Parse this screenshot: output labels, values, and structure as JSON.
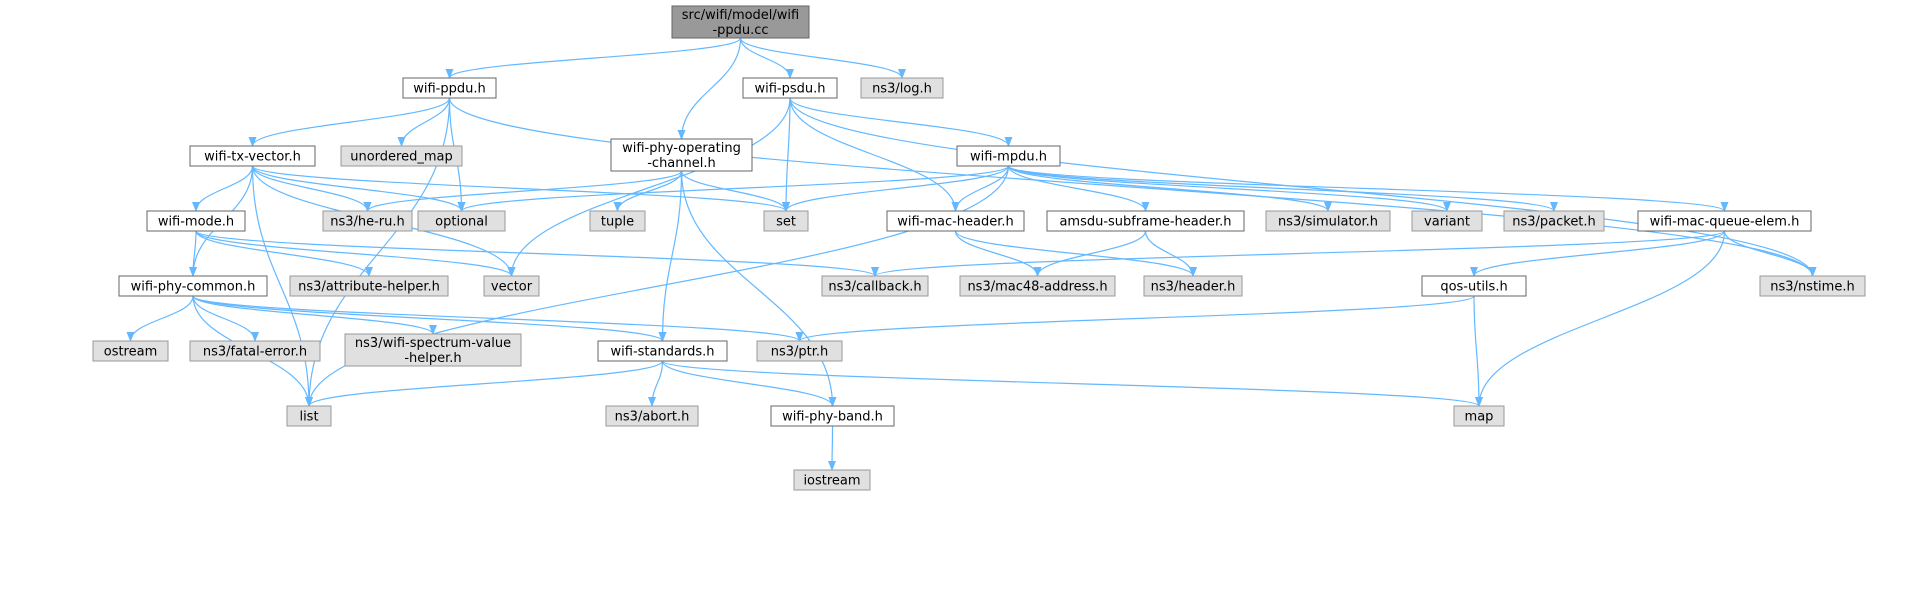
{
  "colors": {
    "root_fill": "#999999",
    "root_stroke": "#666666",
    "header_fill": "#ffffff",
    "header_stroke": "#666666",
    "external_fill": "#e0e0e0",
    "external_stroke": "#999999",
    "edge": "#63b8ff"
  },
  "nodes": [
    {
      "id": "root",
      "lines": [
        "src/wifi/model/wifi",
        "-ppdu.cc"
      ],
      "kind": "root"
    },
    {
      "id": "wifi_ppdu_h",
      "lines": [
        "wifi-ppdu.h"
      ],
      "kind": "header"
    },
    {
      "id": "wifi_psdu_h",
      "lines": [
        "wifi-psdu.h"
      ],
      "kind": "header"
    },
    {
      "id": "ns3_log_h",
      "lines": [
        "ns3/log.h"
      ],
      "kind": "external"
    },
    {
      "id": "wifi_tx_vector_h",
      "lines": [
        "wifi-tx-vector.h"
      ],
      "kind": "header"
    },
    {
      "id": "unordered_map",
      "lines": [
        "unordered_map"
      ],
      "kind": "external"
    },
    {
      "id": "wifi_phy_operating_channel_h",
      "lines": [
        "wifi-phy-operating",
        "-channel.h"
      ],
      "kind": "header"
    },
    {
      "id": "wifi_mpdu_h",
      "lines": [
        "wifi-mpdu.h"
      ],
      "kind": "header"
    },
    {
      "id": "wifi_mode_h",
      "lines": [
        "wifi-mode.h"
      ],
      "kind": "header"
    },
    {
      "id": "ns3_he_ru_h",
      "lines": [
        "ns3/he-ru.h"
      ],
      "kind": "external"
    },
    {
      "id": "optional",
      "lines": [
        "optional"
      ],
      "kind": "external"
    },
    {
      "id": "tuple",
      "lines": [
        "tuple"
      ],
      "kind": "external"
    },
    {
      "id": "set",
      "lines": [
        "set"
      ],
      "kind": "external"
    },
    {
      "id": "wifi_mac_header_h",
      "lines": [
        "wifi-mac-header.h"
      ],
      "kind": "header"
    },
    {
      "id": "amsdu_subframe_header_h",
      "lines": [
        "amsdu-subframe-header.h"
      ],
      "kind": "header"
    },
    {
      "id": "ns3_simulator_h",
      "lines": [
        "ns3/simulator.h"
      ],
      "kind": "external"
    },
    {
      "id": "variant",
      "lines": [
        "variant"
      ],
      "kind": "external"
    },
    {
      "id": "ns3_packet_h",
      "lines": [
        "ns3/packet.h"
      ],
      "kind": "external"
    },
    {
      "id": "wifi_mac_queue_elem_h",
      "lines": [
        "wifi-mac-queue-elem.h"
      ],
      "kind": "header"
    },
    {
      "id": "wifi_phy_common_h",
      "lines": [
        "wifi-phy-common.h"
      ],
      "kind": "header"
    },
    {
      "id": "ns3_attribute_helper_h",
      "lines": [
        "ns3/attribute-helper.h"
      ],
      "kind": "external"
    },
    {
      "id": "vector",
      "lines": [
        "vector"
      ],
      "kind": "external"
    },
    {
      "id": "ns3_callback_h",
      "lines": [
        "ns3/callback.h"
      ],
      "kind": "external"
    },
    {
      "id": "ns3_mac48_address_h",
      "lines": [
        "ns3/mac48-address.h"
      ],
      "kind": "external"
    },
    {
      "id": "ns3_header_h",
      "lines": [
        "ns3/header.h"
      ],
      "kind": "external"
    },
    {
      "id": "qos_utils_h",
      "lines": [
        "qos-utils.h"
      ],
      "kind": "header"
    },
    {
      "id": "ns3_nstime_h",
      "lines": [
        "ns3/nstime.h"
      ],
      "kind": "external"
    },
    {
      "id": "ostream",
      "lines": [
        "ostream"
      ],
      "kind": "external"
    },
    {
      "id": "ns3_fatal_error_h",
      "lines": [
        "ns3/fatal-error.h"
      ],
      "kind": "external"
    },
    {
      "id": "ns3_wifi_spectrum_value_helper_h",
      "lines": [
        "ns3/wifi-spectrum-value",
        "-helper.h"
      ],
      "kind": "external"
    },
    {
      "id": "wifi_standards_h",
      "lines": [
        "wifi-standards.h"
      ],
      "kind": "header"
    },
    {
      "id": "ns3_ptr_h",
      "lines": [
        "ns3/ptr.h"
      ],
      "kind": "external"
    },
    {
      "id": "list",
      "lines": [
        "list"
      ],
      "kind": "external"
    },
    {
      "id": "ns3_abort_h",
      "lines": [
        "ns3/abort.h"
      ],
      "kind": "external"
    },
    {
      "id": "wifi_phy_band_h",
      "lines": [
        "wifi-phy-band.h"
      ],
      "kind": "header"
    },
    {
      "id": "map",
      "lines": [
        "map"
      ],
      "kind": "external"
    },
    {
      "id": "iostream",
      "lines": [
        "iostream"
      ],
      "kind": "external"
    }
  ],
  "edges": [
    [
      "root",
      "wifi_ppdu_h"
    ],
    [
      "root",
      "wifi_psdu_h"
    ],
    [
      "root",
      "ns3_log_h"
    ],
    [
      "root",
      "wifi_phy_operating_channel_h"
    ],
    [
      "wifi_ppdu_h",
      "wifi_tx_vector_h"
    ],
    [
      "wifi_ppdu_h",
      "unordered_map"
    ],
    [
      "wifi_ppdu_h",
      "optional"
    ],
    [
      "wifi_ppdu_h",
      "list"
    ],
    [
      "wifi_ppdu_h",
      "ns3_nstime_h"
    ],
    [
      "wifi_psdu_h",
      "wifi_mpdu_h"
    ],
    [
      "wifi_psdu_h",
      "set"
    ],
    [
      "wifi_psdu_h",
      "vector"
    ],
    [
      "wifi_psdu_h",
      "wifi_mac_header_h"
    ],
    [
      "wifi_psdu_h",
      "ns3_nstime_h"
    ],
    [
      "wifi_tx_vector_h",
      "wifi_mode_h"
    ],
    [
      "wifi_tx_vector_h",
      "ns3_he_ru_h"
    ],
    [
      "wifi_tx_vector_h",
      "optional"
    ],
    [
      "wifi_tx_vector_h",
      "set"
    ],
    [
      "wifi_tx_vector_h",
      "vector"
    ],
    [
      "wifi_tx_vector_h",
      "wifi_phy_common_h"
    ],
    [
      "wifi_tx_vector_h",
      "list"
    ],
    [
      "wifi_phy_operating_channel_h",
      "ns3_he_ru_h"
    ],
    [
      "wifi_phy_operating_channel_h",
      "tuple"
    ],
    [
      "wifi_phy_operating_channel_h",
      "set"
    ],
    [
      "wifi_phy_operating_channel_h",
      "wifi_standards_h"
    ],
    [
      "wifi_phy_operating_channel_h",
      "wifi_phy_band_h"
    ],
    [
      "wifi_mpdu_h",
      "optional"
    ],
    [
      "wifi_mpdu_h",
      "set"
    ],
    [
      "wifi_mpdu_h",
      "wifi_mac_header_h"
    ],
    [
      "wifi_mpdu_h",
      "amsdu_subframe_header_h"
    ],
    [
      "wifi_mpdu_h",
      "ns3_simulator_h"
    ],
    [
      "wifi_mpdu_h",
      "variant"
    ],
    [
      "wifi_mpdu_h",
      "ns3_packet_h"
    ],
    [
      "wifi_mpdu_h",
      "wifi_mac_queue_elem_h"
    ],
    [
      "wifi_mpdu_h",
      "list"
    ],
    [
      "wifi_mode_h",
      "wifi_phy_common_h"
    ],
    [
      "wifi_mode_h",
      "ns3_attribute_helper_h"
    ],
    [
      "wifi_mode_h",
      "vector"
    ],
    [
      "wifi_mode_h",
      "ns3_callback_h"
    ],
    [
      "wifi_mac_header_h",
      "ns3_mac48_address_h"
    ],
    [
      "wifi_mac_header_h",
      "ns3_header_h"
    ],
    [
      "amsdu_subframe_header_h",
      "ns3_mac48_address_h"
    ],
    [
      "amsdu_subframe_header_h",
      "ns3_header_h"
    ],
    [
      "wifi_mac_queue_elem_h",
      "ns3_callback_h"
    ],
    [
      "wifi_mac_queue_elem_h",
      "qos_utils_h"
    ],
    [
      "wifi_mac_queue_elem_h",
      "ns3_nstime_h"
    ],
    [
      "wifi_mac_queue_elem_h",
      "map"
    ],
    [
      "wifi_phy_common_h",
      "ostream"
    ],
    [
      "wifi_phy_common_h",
      "ns3_fatal_error_h"
    ],
    [
      "wifi_phy_common_h",
      "ns3_wifi_spectrum_value_helper_h"
    ],
    [
      "wifi_phy_common_h",
      "wifi_standards_h"
    ],
    [
      "wifi_phy_common_h",
      "ns3_ptr_h"
    ],
    [
      "wifi_phy_common_h",
      "list"
    ],
    [
      "qos_utils_h",
      "ns3_ptr_h"
    ],
    [
      "qos_utils_h",
      "map"
    ],
    [
      "wifi_standards_h",
      "list"
    ],
    [
      "wifi_standards_h",
      "ns3_abort_h"
    ],
    [
      "wifi_standards_h",
      "wifi_phy_band_h"
    ],
    [
      "wifi_standards_h",
      "map"
    ],
    [
      "wifi_phy_band_h",
      "iostream"
    ]
  ]
}
